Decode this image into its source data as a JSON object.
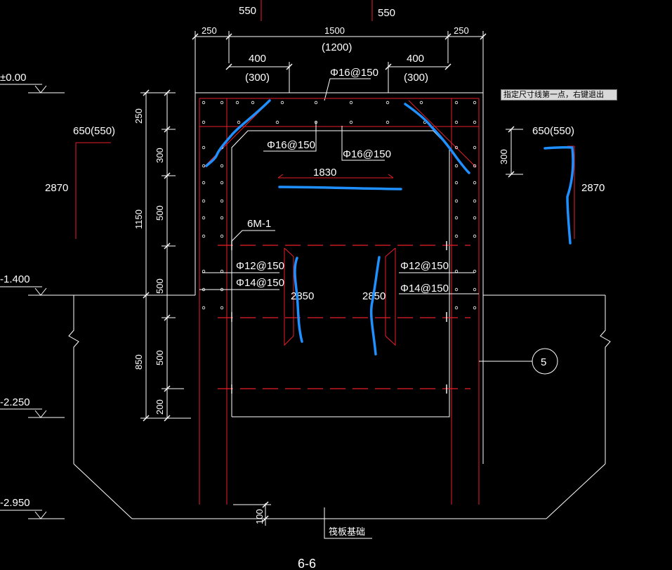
{
  "prompt": "指定尺寸线第一点，右键退出",
  "section_title": "6-6",
  "top_dims": {
    "left": "550",
    "right": "550"
  },
  "dims_row1": {
    "left": "250",
    "mid": "1500",
    "mid_alt": "(1200)",
    "right": "250"
  },
  "dims_row2": {
    "left": "400",
    "left_alt": "(300)",
    "right": "400",
    "right_alt": "(300)"
  },
  "rebar": {
    "top_slab": "Φ16@150",
    "haunch_left": "Φ16@150",
    "haunch_right": "Φ16@150",
    "inner_span": "1830",
    "wall_left_1": "Φ12@150",
    "wall_left_2": "Φ14@150",
    "wall_right_1": "Φ12@150",
    "wall_right_2": "Φ14@150"
  },
  "stirrup_lengths": {
    "left": "2850",
    "right": "2850"
  },
  "marker": "6M-1",
  "left_vertical_dims": {
    "overall_top": "1150",
    "overall_bottom": "850",
    "seg_1": "250",
    "seg_2": "300",
    "seg_3": "500",
    "seg_4": "500",
    "seg_5": "500",
    "seg_6": "200"
  },
  "elevations": {
    "e1": "±0.00",
    "e2": "-1.400",
    "e3": "-2.250",
    "e4": "-2.950"
  },
  "left_bar": {
    "width": "650(550)",
    "height": "2870"
  },
  "right_bar": {
    "width": "650(550)",
    "height": "2870",
    "hook": "300"
  },
  "callout_number": "5",
  "foundation_label": "筏板基础",
  "bottom_dim": "100"
}
